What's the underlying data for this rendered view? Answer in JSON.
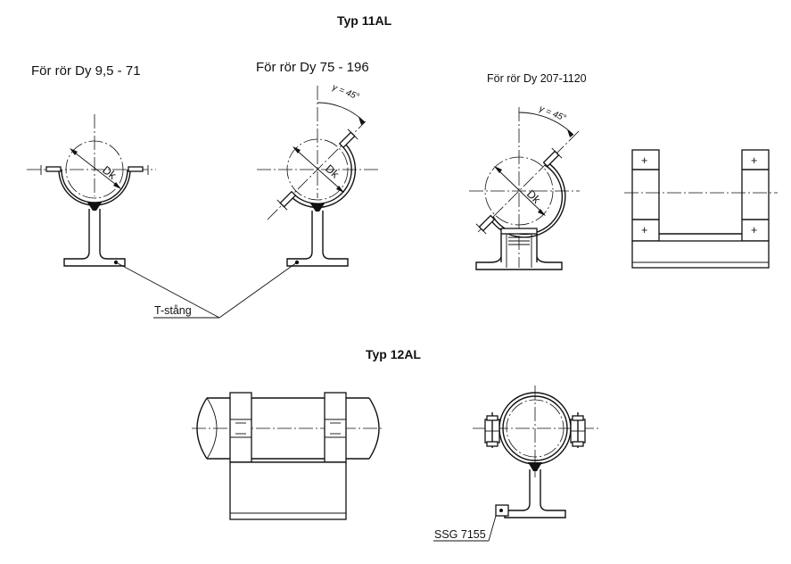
{
  "titles": {
    "type11": "Typ 11AL",
    "type12": "Typ 12AL"
  },
  "labels": {
    "range_small": "För rör Dy 9,5 - 71",
    "range_medium": "För rör Dy 75 - 196",
    "range_large": "För rör Dy 207-1120",
    "t_bar": "T-stång",
    "ssg": "SSG 7155"
  },
  "dimensions": {
    "diameter": "Dk",
    "angle": "γ = 45°"
  }
}
